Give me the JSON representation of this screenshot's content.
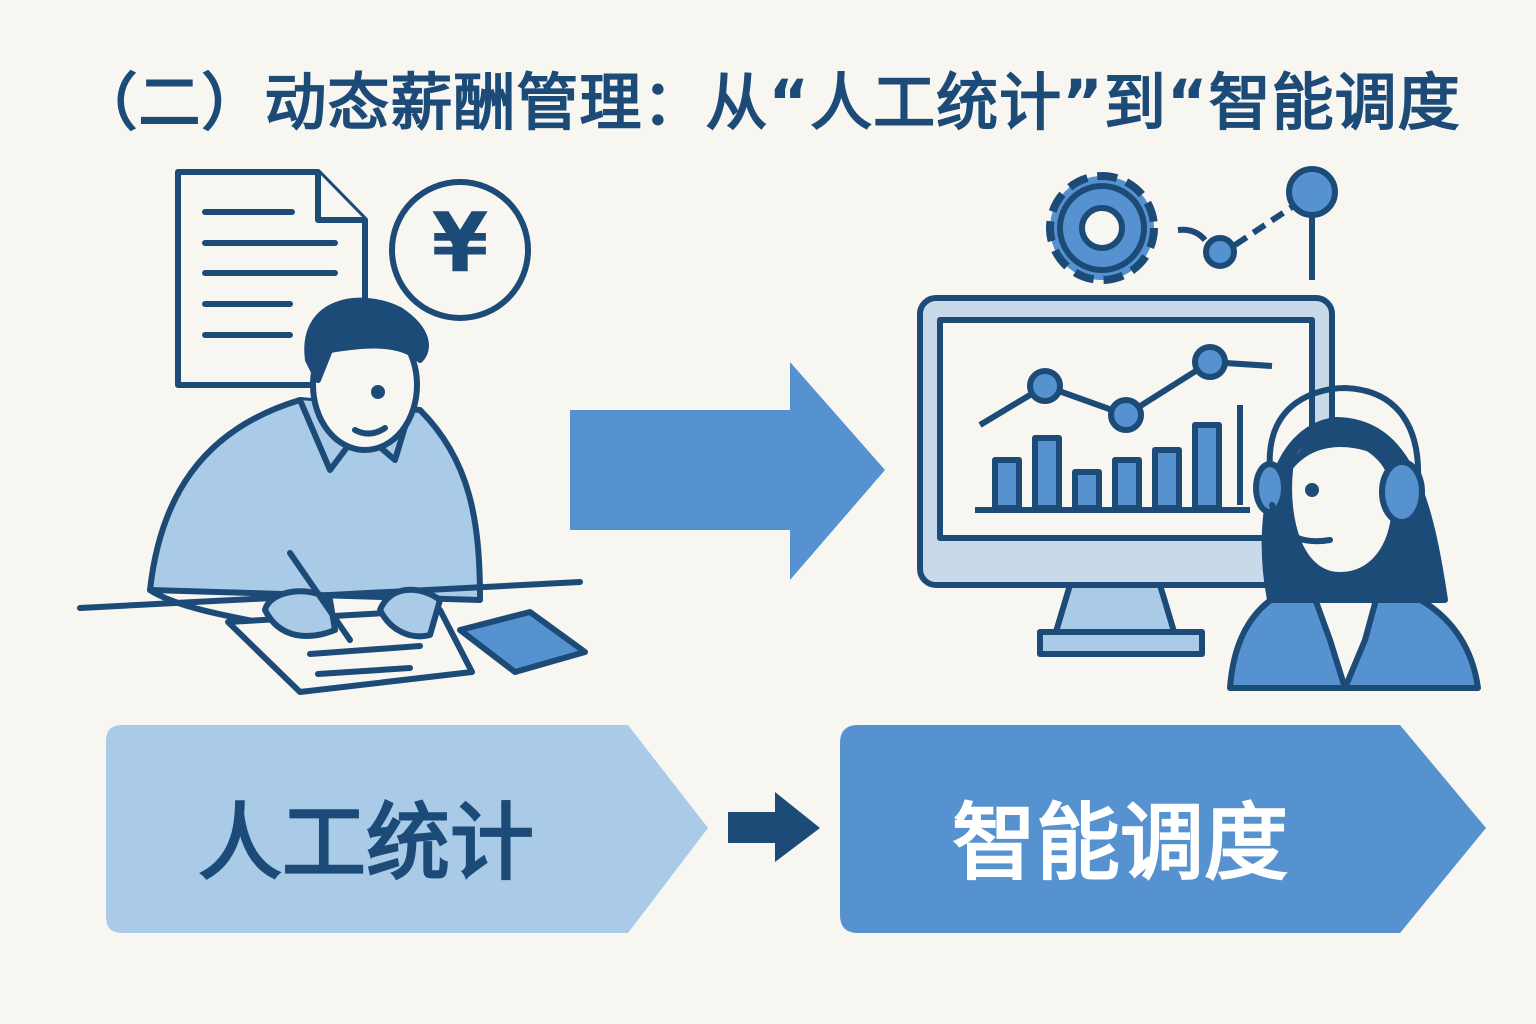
{
  "title": "（二）动态薪酬管理：从“人工统计”到“智能调度",
  "left_banner": {
    "label": "人工统计"
  },
  "right_banner": {
    "label": "智能调度"
  },
  "yen_symbol": "¥",
  "colors": {
    "navy": "#1d4b78",
    "light_blue": "#a9cbe8",
    "mid_blue": "#5592cf",
    "background": "#f8f6f1"
  }
}
